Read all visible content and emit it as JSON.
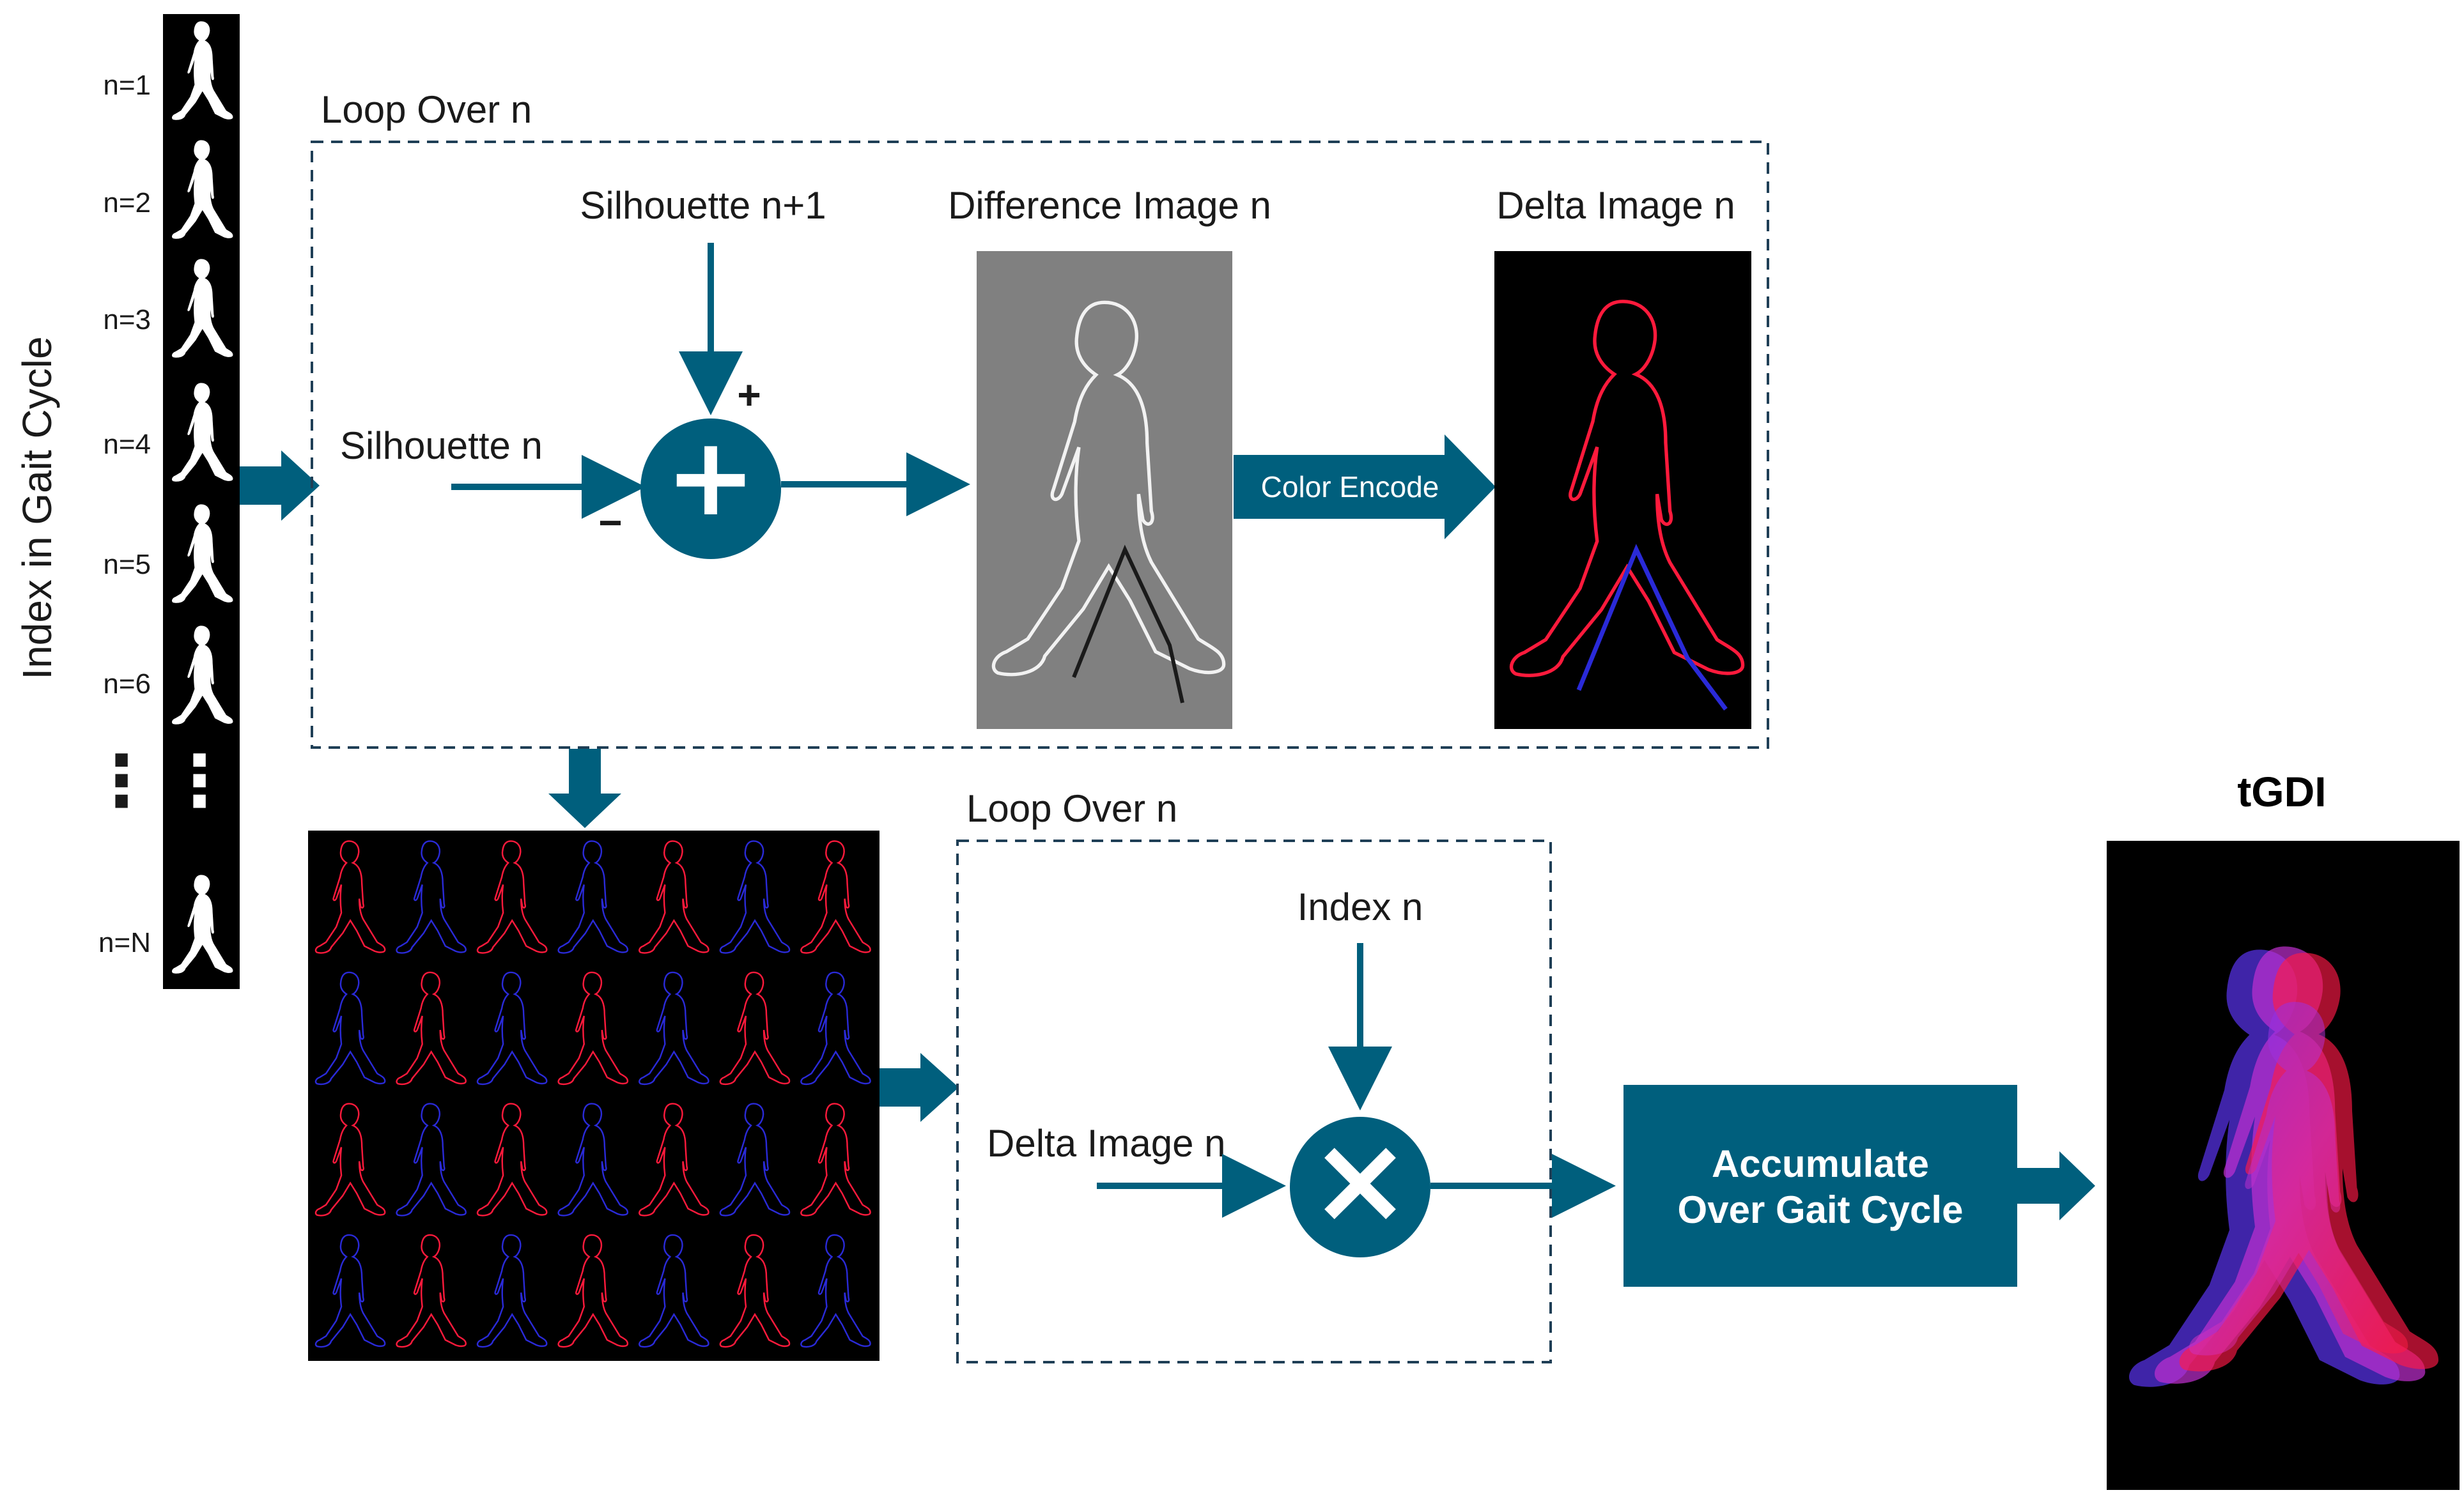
{
  "colors": {
    "accent": "#005f7d",
    "dashed": "#1f3f56",
    "red": "#ff1a3c",
    "blue": "#2a2ad8",
    "magenta": "#b040ff"
  },
  "frames": {
    "axis_label": "Index in Gait Cycle",
    "items": [
      {
        "label": "n=1"
      },
      {
        "label": "n=2"
      },
      {
        "label": "n=3"
      },
      {
        "label": "n=4"
      },
      {
        "label": "n=5"
      },
      {
        "label": "n=6"
      },
      {
        "label": "⋮"
      },
      {
        "label": "n=N"
      }
    ]
  },
  "top_loop": {
    "title": "Loop Over n",
    "input_next": "Silhouette n+1",
    "input_current": "Silhouette n",
    "sign_plus": "+",
    "sign_minus": "−",
    "adder_symbol": "+",
    "difference_title": "Difference Image n",
    "color_encode": "Color Encode",
    "delta_title": "Delta Image n"
  },
  "bottom_loop": {
    "title": "Loop Over n",
    "index_input": "Index n",
    "delta_input": "Delta Image n",
    "multiplier_symbol": "×"
  },
  "accumulate": {
    "line1": "Accumulate",
    "line2": "Over Gait Cycle"
  },
  "output": {
    "title": "tGDI"
  }
}
